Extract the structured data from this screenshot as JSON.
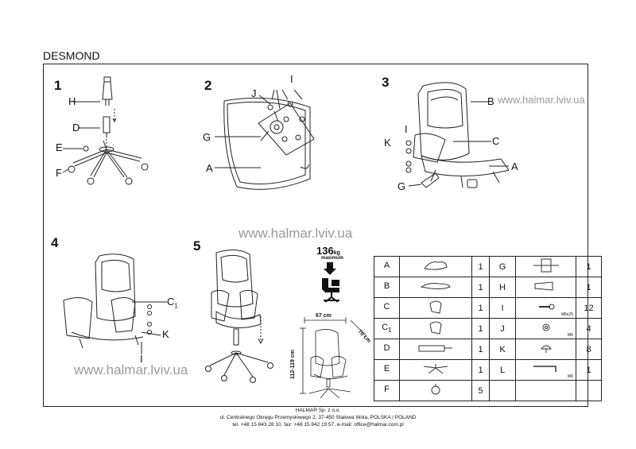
{
  "title": "DESMOND",
  "steps": [
    "1",
    "2",
    "3",
    "4",
    "5"
  ],
  "labels": {
    "s1": [
      "H",
      "D",
      "E",
      "F"
    ],
    "s2": [
      "J",
      "I",
      "G",
      "A"
    ],
    "s3": [
      "B",
      "I",
      "K",
      "C",
      "A",
      "G"
    ],
    "s4": [
      "C",
      "1",
      "K",
      "I"
    ]
  },
  "watermark": "www.halmar.lviv.ua",
  "load": {
    "value": "136",
    "unit": "kg",
    "caption": "maximum"
  },
  "dimensions": {
    "width": "67 cm",
    "depth": "70 cm",
    "height": "112-119 cm"
  },
  "parts": [
    {
      "left": {
        "letter": "A",
        "sub": "",
        "qty": "1"
      },
      "right": {
        "letter": "G",
        "qty": "1",
        "note": ""
      }
    },
    {
      "left": {
        "letter": "B",
        "sub": "",
        "qty": "1"
      },
      "right": {
        "letter": "H",
        "qty": "1",
        "note": ""
      }
    },
    {
      "left": {
        "letter": "C",
        "sub": "",
        "qty": "1"
      },
      "right": {
        "letter": "I",
        "qty": "12",
        "note": "M6x25"
      }
    },
    {
      "left": {
        "letter": "C",
        "sub": "1",
        "qty": "1"
      },
      "right": {
        "letter": "J",
        "qty": "4",
        "note": "M6"
      }
    },
    {
      "left": {
        "letter": "D",
        "sub": "",
        "qty": "1"
      },
      "right": {
        "letter": "K",
        "qty": "8",
        "note": ""
      }
    },
    {
      "left": {
        "letter": "E",
        "sub": "",
        "qty": "1"
      },
      "right": {
        "letter": "L",
        "qty": "1",
        "note": "M6"
      }
    },
    {
      "left": {
        "letter": "F",
        "sub": "",
        "qty": "5"
      },
      "right": {
        "letter": "",
        "qty": "",
        "note": ""
      }
    }
  ],
  "footer": {
    "company": "HALMAR Sp. z o.o.",
    "address": "ul. Centralnego Okręgu Przemysłowego 2, 37-450 Stalowa Wola, POLSKA / POLAND",
    "contact": "tel. +48 15 843 28 10, fax: +48 15 842 19 57, e-mail: office@halmar.com.pl"
  }
}
